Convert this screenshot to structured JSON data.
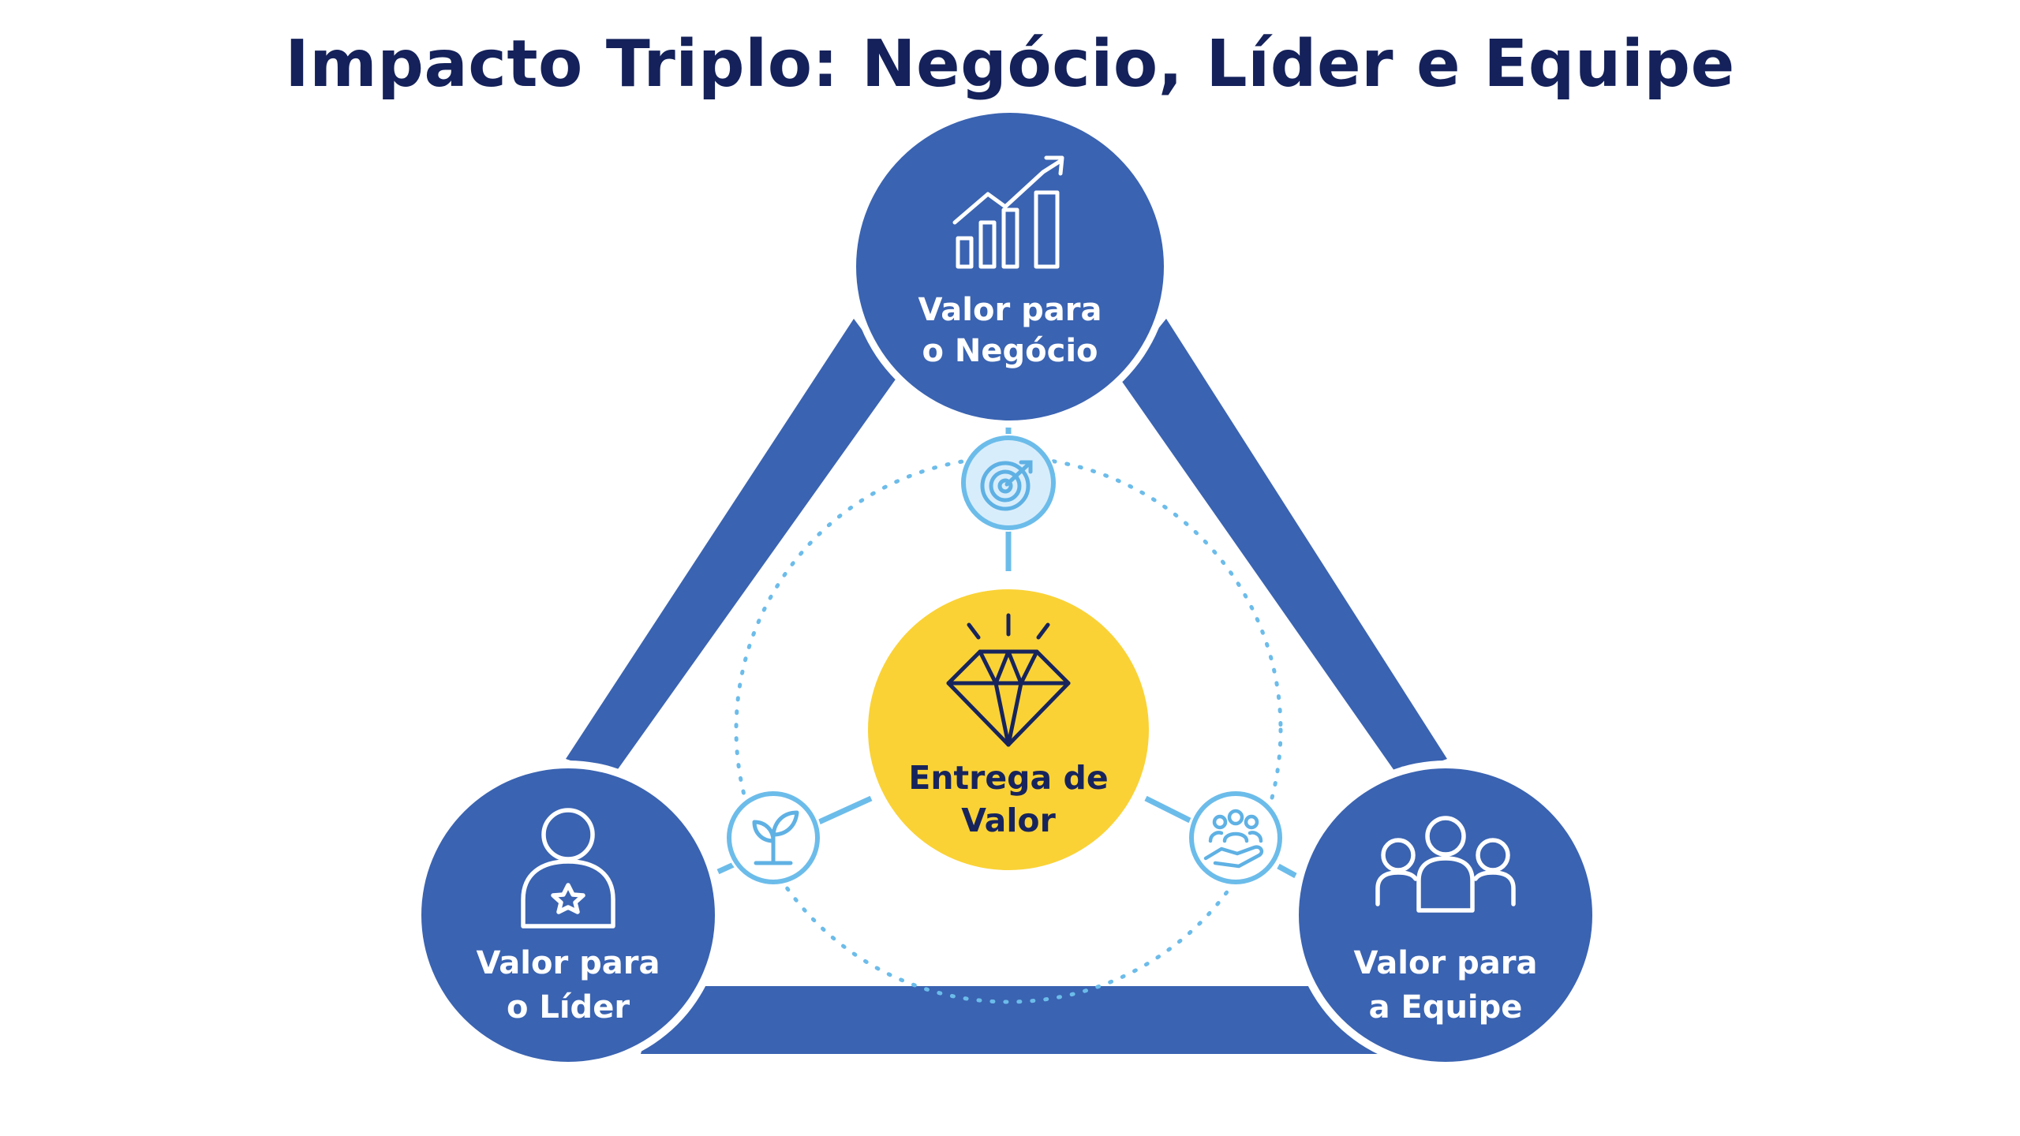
{
  "title": "Impacto Triplo: Negócio, Líder e Equipe",
  "colors": {
    "title": "#14215a",
    "node_fill": "#3a63b1",
    "frame": "#3a63b1",
    "center_fill": "#fad236",
    "center_text": "#17245c",
    "accent_light": "#6cbcea",
    "background": "#ffffff"
  },
  "center": {
    "icon": "diamond-icon",
    "label_line1": "Entrega de",
    "label_line2": "Valor"
  },
  "nodes": {
    "business": {
      "icon": "growth-chart-icon",
      "label_line1": "Valor para",
      "label_line2": "o Negócio"
    },
    "leader": {
      "icon": "person-star-icon",
      "label_line1": "Valor para",
      "label_line2": "o Líder"
    },
    "team": {
      "icon": "group-icon",
      "label_line1": "Valor para",
      "label_line2": "a Equipe"
    }
  },
  "satellites": {
    "business": {
      "icon": "target-icon"
    },
    "leader": {
      "icon": "sprout-icon"
    },
    "team": {
      "icon": "team-care-icon"
    }
  }
}
